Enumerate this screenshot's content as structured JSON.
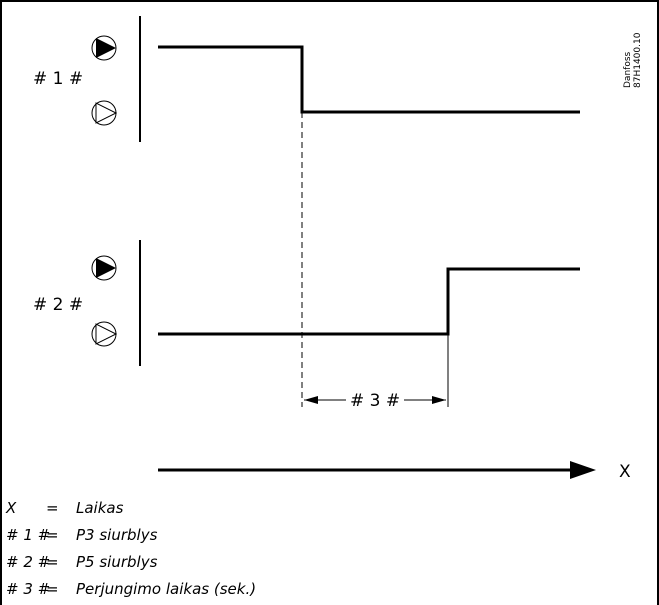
{
  "brand": {
    "line1": "Danfoss",
    "line2": "87H1400.10"
  },
  "diagram": {
    "pump1_label": "# 1 #",
    "pump2_label": "# 2 #",
    "interval_label": "# 3 #",
    "axis_label": "X"
  },
  "legend": [
    {
      "key": "X",
      "eq": "=",
      "text": "Laikas"
    },
    {
      "key": "# 1 #",
      "eq": "=",
      "text": "P3 siurblys"
    },
    {
      "key": "# 2 #",
      "eq": "=",
      "text": "P5 siurblys"
    },
    {
      "key": "# 3 #",
      "eq": "=",
      "text": "Perjungimo laikas (sek.)"
    }
  ]
}
